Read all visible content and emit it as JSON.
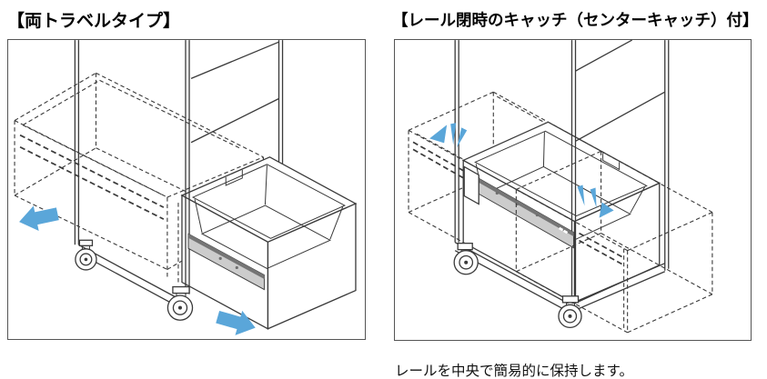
{
  "left_panel": {
    "title": "【両トラベルタイプ】",
    "description_icons": {
      "arrow_back": "drawer-travel-arrow-left",
      "arrow_front": "drawer-travel-arrow-right"
    }
  },
  "right_panel": {
    "title": "【レール閉時のキャッチ（センターキャッチ）付】",
    "caption": "レールを中央で簡易的に保持します。",
    "description_icons": {
      "catch_marks": "center-catch-click-marks"
    }
  },
  "colors": {
    "accent_blue": "#5AA6D9",
    "line": "#3a3a3a",
    "rail_fill": "#cccccc",
    "rail_stripe": "#757575",
    "frame_border": "#555555",
    "background": "#ffffff"
  }
}
